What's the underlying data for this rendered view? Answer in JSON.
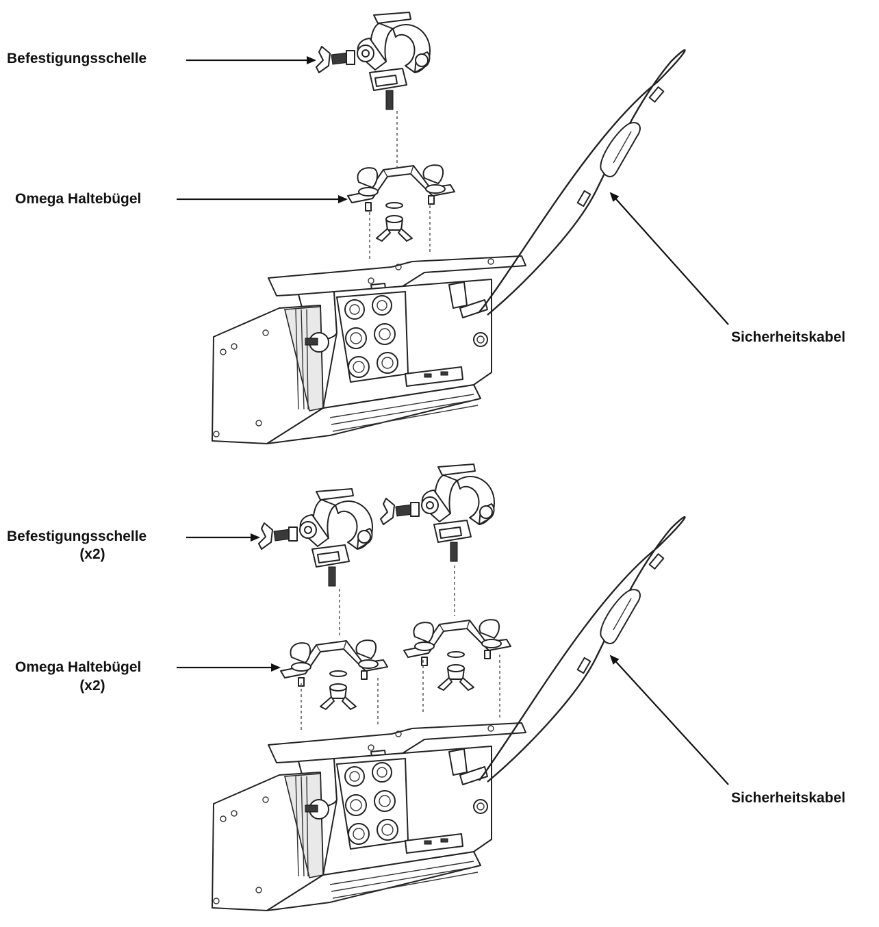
{
  "labels": {
    "top_clamp": "Befestigungsschelle",
    "top_omega": "Omega Haltebügel",
    "top_safety": "Sicherheitskabel",
    "bottom_clamp": "Befestigungsschelle",
    "bottom_clamp_qty": "(x2)",
    "bottom_omega": "Omega Haltebügel",
    "bottom_omega_qty": "(x2)",
    "bottom_safety": "Sicherheitskabel"
  }
}
